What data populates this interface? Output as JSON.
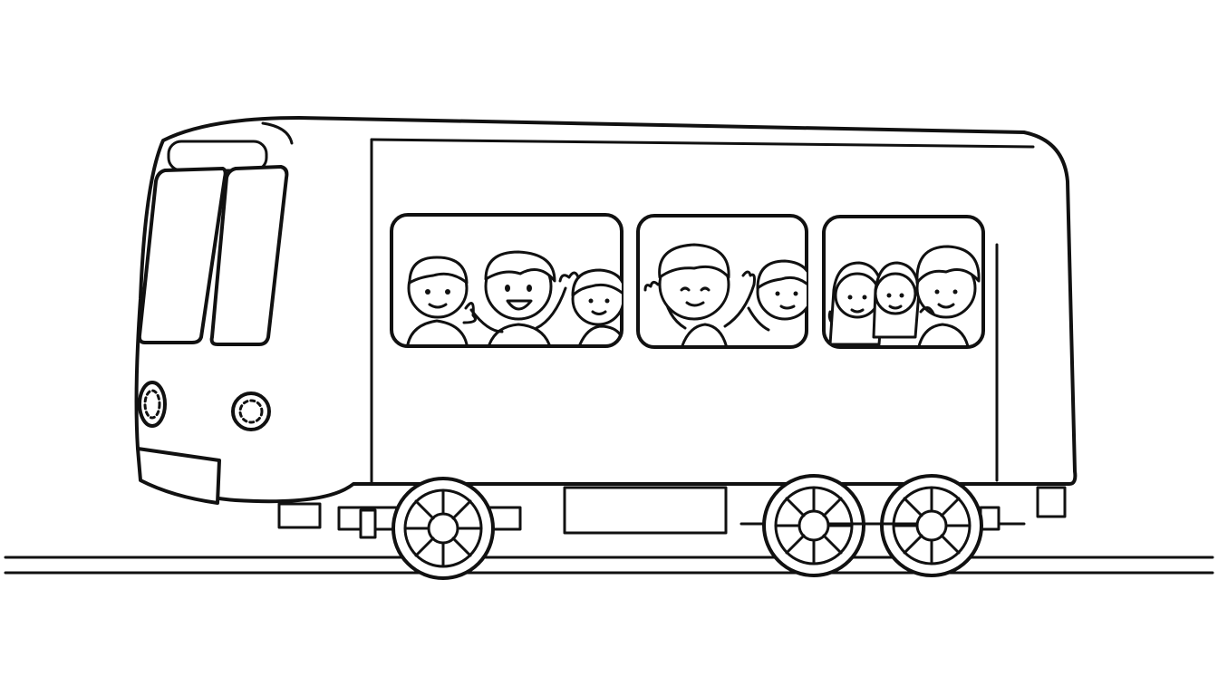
{
  "colors": {
    "line": "#111111",
    "background": "#ffffff"
  },
  "train": {
    "front_windows": 2,
    "headlights": 2,
    "side_windows": [
      {
        "passengers": 3
      },
      {
        "passengers": 2
      },
      {
        "passengers": 3
      }
    ],
    "wheels": 3
  }
}
